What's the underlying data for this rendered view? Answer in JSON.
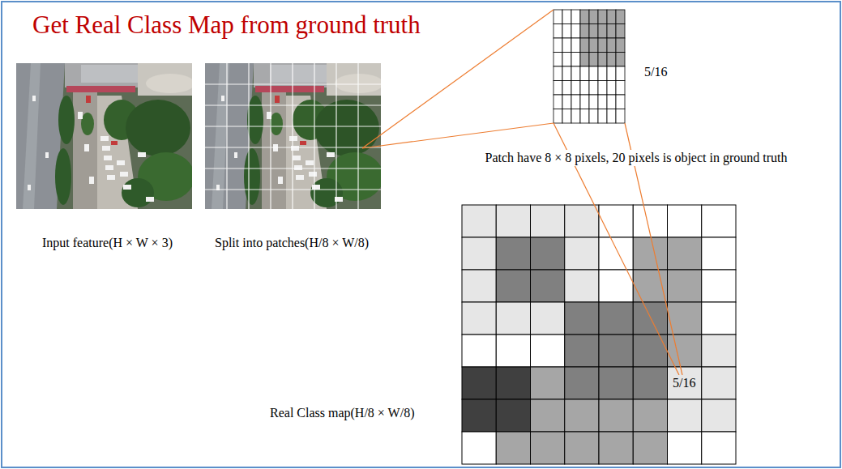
{
  "diagram": {
    "title": "Get Real Class Map from ground truth",
    "labels": [
      "5/16",
      "Patch have 8 × 8 pixels, 20 pixels is object in ground truth",
      "Input feature(H × W × 3)",
      "Split into patches(H/8 × W/8)",
      "Real Class map(H/8 × W/8)",
      "5/16"
    ]
  }
}
